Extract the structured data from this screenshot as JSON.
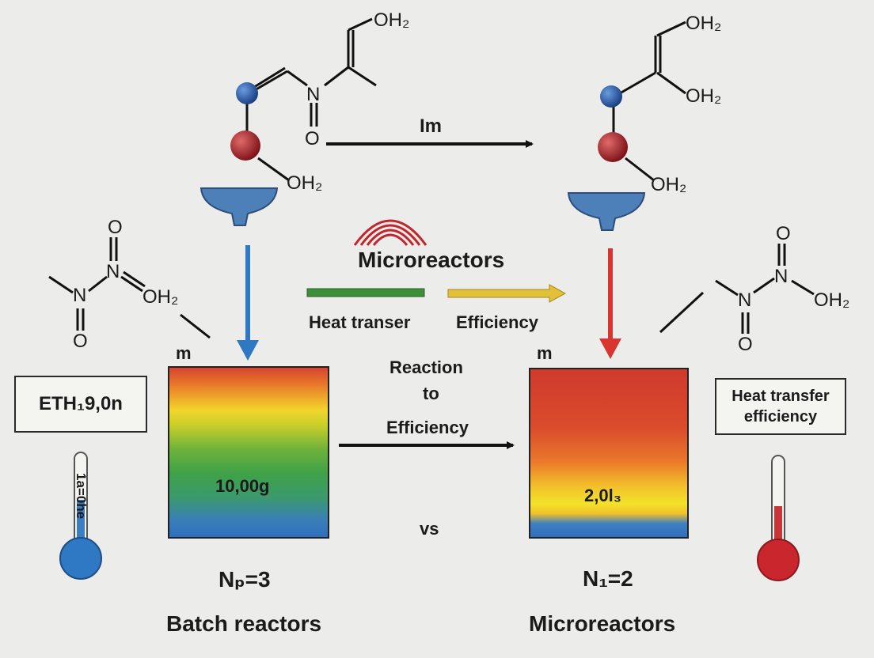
{
  "labels": {
    "im": "Im",
    "microreactors_top": "Microreactors",
    "heat_transer": "Heat transer",
    "efficiency": "Efficiency",
    "reaction": "Reaction",
    "to": "to",
    "efficiency_mid": "Efficiency",
    "vs": "vs",
    "m_left": "m",
    "m_right": "m",
    "batch_value": "10,00g",
    "micro_value": "2,0l₃",
    "np_label": "Nₚ=3",
    "n1_label": "N₁=2",
    "batch_reactors": "Batch reactors",
    "microreactors_bottom": "Microreactors",
    "eth_box": "ETH₁9,0n",
    "heat_box_line1": "Heat transfer",
    "heat_box_line2": "efficiency",
    "thermo_text": "1a=0he"
  },
  "chem": {
    "oh2": "OH₂",
    "o": "O",
    "n": "N",
    "eq": "="
  },
  "colors": {
    "blue_arrow": "#2f78c4",
    "red_arrow": "#d6362f",
    "green_bar": "#3e8f3a",
    "yellow_arrow": "#e2c13a",
    "funnel": "#4d7fb8",
    "atom_blue": "#1d4e9e",
    "atom_red": "#b3202a",
    "wave": "#c0262e"
  }
}
